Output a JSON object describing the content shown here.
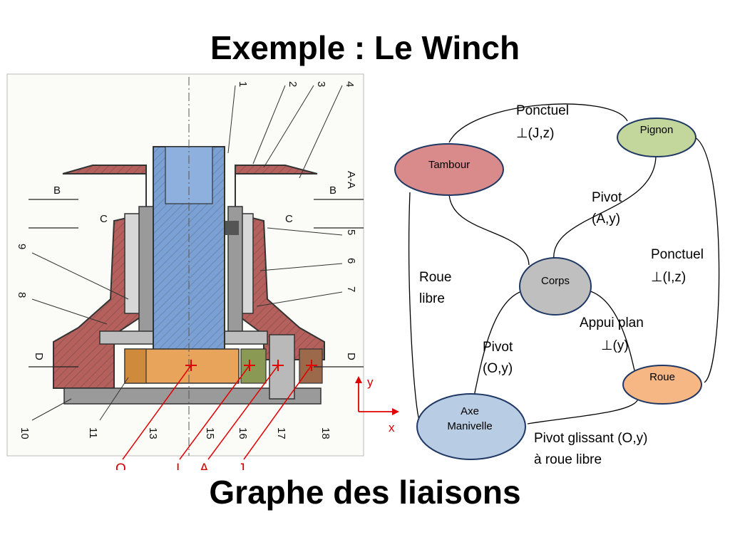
{
  "title": "Exemple : Le Winch",
  "subtitle": "Graphe des liaisons",
  "drawing": {
    "part_numbers_top": [
      "1",
      "2",
      "3",
      "4"
    ],
    "part_numbers_right": [
      "A-A",
      "5",
      "6",
      "7",
      "D"
    ],
    "part_numbers_bottom": [
      "10",
      "11",
      "13",
      "15",
      "16",
      "17",
      "18"
    ],
    "part_numbers_left": [
      "9",
      "8",
      "D"
    ],
    "section_marks": [
      "B",
      "B",
      "C",
      "C"
    ],
    "points": [
      "O",
      "I",
      "A",
      "J"
    ],
    "axis_y": "y",
    "axis_x": "x",
    "colors": {
      "drum": "#b5605c",
      "shaft": "#7aa0d4",
      "gear": "#e8a45a",
      "body": "#9a9a9a",
      "marker": "#e00000"
    }
  },
  "graph": {
    "nodes": {
      "tambour": {
        "label": "Tambour",
        "color": "#d98b8b"
      },
      "pignon": {
        "label": "Pignon",
        "color": "#c3d69b"
      },
      "corps": {
        "label": "Corps",
        "color": "#bfbfbf"
      },
      "roue": {
        "label": "Roue",
        "color": "#f7b784"
      },
      "axe_line1": "Axe",
      "axe_line2": "Manivelle",
      "axe_color": "#b8cce4"
    },
    "links": {
      "tambour_pignon_1": "Ponctuel",
      "tambour_pignon_2": "⊥(J,z)",
      "pignon_corps_1": "Pivot",
      "pignon_corps_2": "(A,y)",
      "pignon_roue_1": "Ponctuel",
      "pignon_roue_2": "⊥(I,z)",
      "tambour_axe_1": "Roue",
      "tambour_axe_2": "libre",
      "corps_roue_1": "Appui plan",
      "corps_roue_2": "⊥(y)",
      "corps_axe_1": "Pivot",
      "corps_axe_2": "(O,y)",
      "axe_roue_1": "Pivot glissant (O,y)",
      "axe_roue_2": "à roue libre"
    }
  }
}
